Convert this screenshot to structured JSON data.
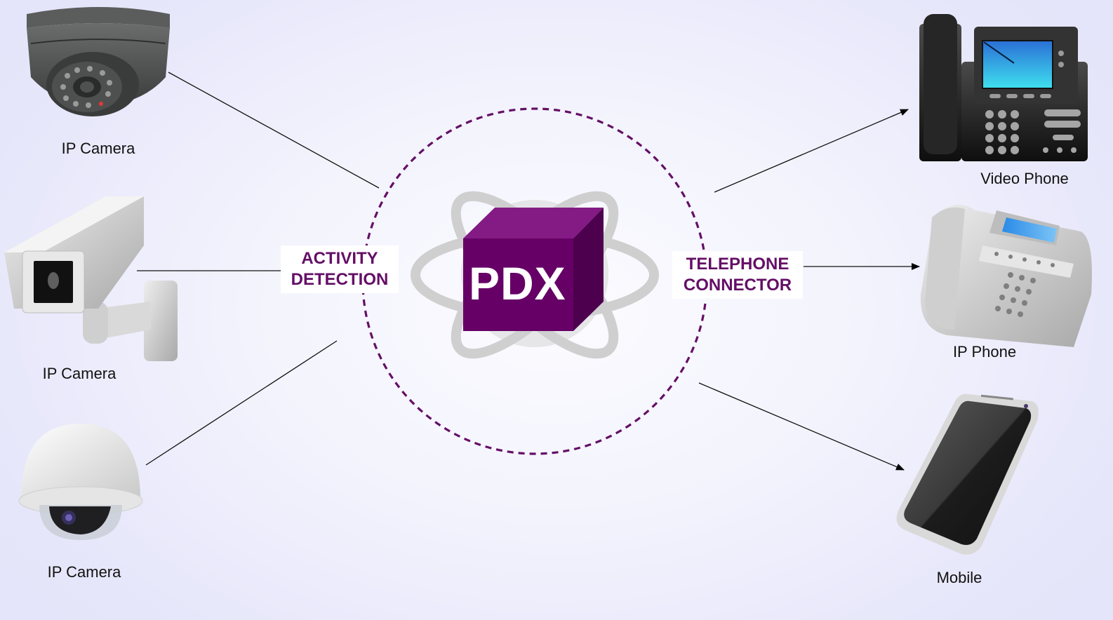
{
  "diagram": {
    "hub": {
      "label": "PDX",
      "colors": {
        "front": "#660066",
        "top": "#841a84",
        "side": "#4d004d",
        "ring": "#640f66",
        "atom": "#c8c8c8"
      }
    },
    "left_tag": {
      "line1": "ACTIVITY",
      "line2": "DETECTION"
    },
    "right_tag": {
      "line1": "TELEPHONE",
      "line2": "CONNECTOR"
    },
    "inputs": [
      {
        "id": "dome-camera",
        "label": "IP Camera"
      },
      {
        "id": "bullet-camera",
        "label": "IP Camera"
      },
      {
        "id": "ptz-camera",
        "label": "IP Camera"
      }
    ],
    "outputs": [
      {
        "id": "video-phone",
        "label": "Video Phone"
      },
      {
        "id": "ip-phone",
        "label": "IP Phone"
      },
      {
        "id": "mobile",
        "label": "Mobile"
      }
    ],
    "edges": [
      {
        "from": "dome-camera",
        "to": "hub",
        "arrow": false
      },
      {
        "from": "bullet-camera",
        "to": "hub",
        "arrow": false
      },
      {
        "from": "ptz-camera",
        "to": "hub",
        "arrow": false
      },
      {
        "from": "hub",
        "to": "video-phone",
        "arrow": true
      },
      {
        "from": "hub",
        "to": "ip-phone",
        "arrow": true
      },
      {
        "from": "hub",
        "to": "mobile",
        "arrow": true
      }
    ]
  }
}
